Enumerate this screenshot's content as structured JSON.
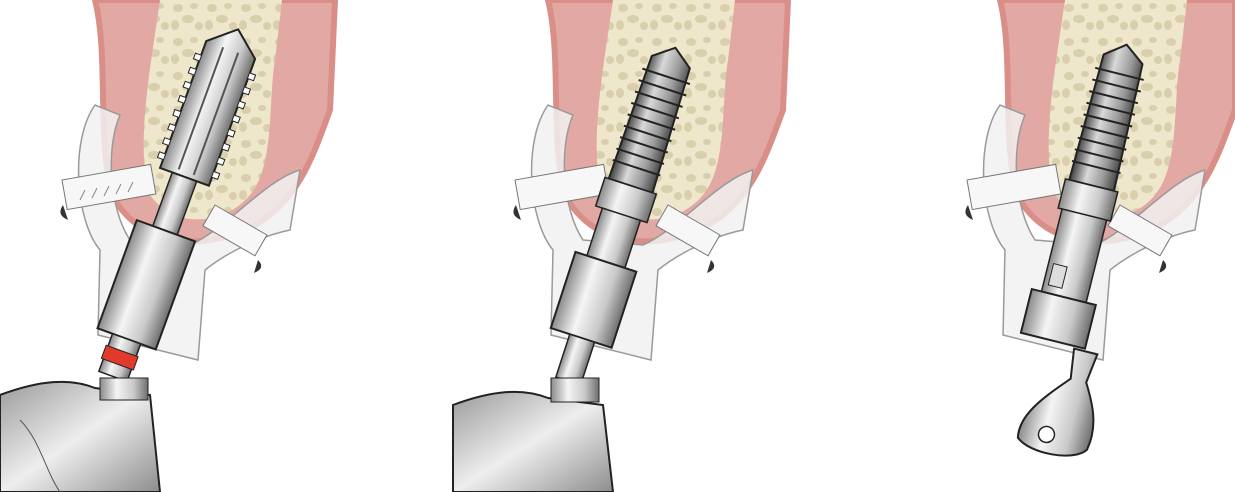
{
  "figure": {
    "panels": [
      {
        "id": "drilling",
        "tool": "tap-drill",
        "handpiece": "contra-angle",
        "band_color": "#e23a2a"
      },
      {
        "id": "implant-insertion-handpiece",
        "tool": "implant",
        "handpiece": "contra-angle"
      },
      {
        "id": "implant-insertion-manual",
        "tool": "implant",
        "handpiece": "ratchet-adapter"
      }
    ],
    "colors": {
      "gum": "#e2a8a4",
      "gum_edge": "#d98f88",
      "bone": "#efe7cb",
      "trabecula": "#d9cfac",
      "guide": "#f1f1f1",
      "metal_light": "#f4f4f4",
      "metal_dark": "#7f7f7f",
      "outline": "#222222",
      "red_band": "#e23a2a"
    }
  }
}
